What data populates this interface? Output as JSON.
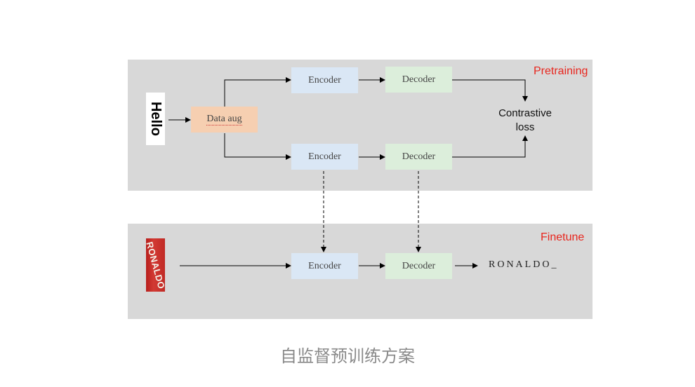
{
  "pretrain_panel": {
    "label": "Pretraining"
  },
  "finetune_panel": {
    "label": "Finetune"
  },
  "input_image_text": "Hello",
  "ronaldo_image_text": "RONALDO",
  "nodes": {
    "data_aug": "Data aug",
    "encoder": "Encoder",
    "decoder": "Decoder",
    "contrastive_line1": "Contrastive",
    "contrastive_line2": "loss",
    "output": "RONALDO_"
  },
  "caption": "自监督预训练方案",
  "colors": {
    "panel_bg": "#d8d8d8",
    "label_red": "#e8261e",
    "encoder_fill": "#dae7f5",
    "decoder_fill": "#dceedb",
    "aug_fill": "#f6cfb1"
  }
}
